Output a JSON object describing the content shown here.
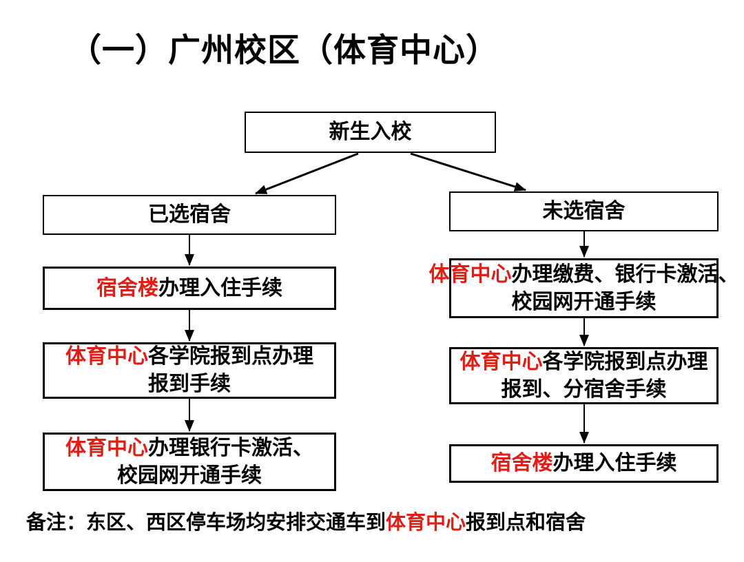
{
  "colors": {
    "accent_red": "#dd1f17",
    "text": "#000000",
    "box_border": "#000000",
    "background": "#ffffff"
  },
  "title": "（一）广州校区（体育中心）",
  "flowchart": {
    "root_box": {
      "lines": [
        [
          {
            "text": "新生入校"
          }
        ]
      ]
    },
    "left_branch": {
      "boxes": [
        {
          "lines": [
            [
              {
                "text": "已选宿舍"
              }
            ]
          ]
        },
        {
          "lines": [
            [
              {
                "text": "宿舍楼",
                "red": true
              },
              {
                "text": "办理入住手续"
              }
            ]
          ]
        },
        {
          "lines": [
            [
              {
                "text": "体育中心",
                "red": true
              },
              {
                "text": "各学院报到点办理"
              }
            ],
            [
              {
                "text": "报到手续"
              }
            ]
          ]
        },
        {
          "lines": [
            [
              {
                "text": "体育中心",
                "red": true
              },
              {
                "text": "办理银行卡激活、"
              }
            ],
            [
              {
                "text": "校园网开通手续"
              }
            ]
          ]
        }
      ]
    },
    "right_branch": {
      "boxes": [
        {
          "lines": [
            [
              {
                "text": "未选宿舍"
              }
            ]
          ]
        },
        {
          "lines": [
            [
              {
                "text": "体育中心",
                "red": true
              },
              {
                "text": "办理缴费、银行卡激活、"
              }
            ],
            [
              {
                "text": "校园网开通手续"
              }
            ]
          ]
        },
        {
          "lines": [
            [
              {
                "text": "体育中心",
                "red": true
              },
              {
                "text": "各学院报到点办理"
              }
            ],
            [
              {
                "text": "报到、分宿舍手续"
              }
            ]
          ]
        },
        {
          "lines": [
            [
              {
                "text": "宿舍楼",
                "red": true
              },
              {
                "text": "办理入住手续"
              }
            ]
          ]
        }
      ]
    }
  },
  "note": {
    "lines": [
      [
        {
          "text": "备注：东区、西区停车场均安排交通车到"
        },
        {
          "text": "体育中心",
          "red": true
        },
        {
          "text": "报到点和宿舍"
        }
      ]
    ]
  }
}
